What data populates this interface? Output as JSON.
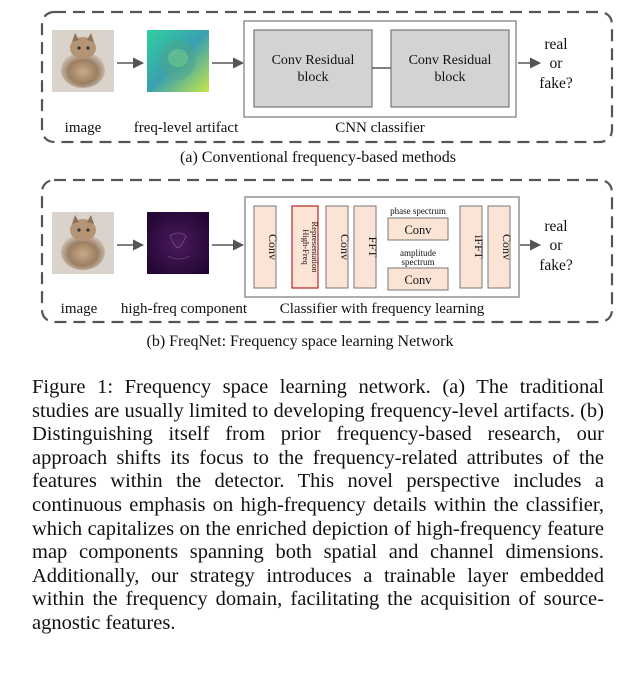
{
  "panel_a": {
    "label_image": "image",
    "label_artifact": "freq-level artifact",
    "label_classifier": "CNN classifier",
    "block1_line1": "Conv Residual",
    "block1_line2": "block",
    "block2_line1": "Conv Residual",
    "block2_line2": "block",
    "out_line1": "real",
    "out_line2": "or",
    "out_line3": "fake?",
    "subcaption": "(a) Conventional frequency-based methods"
  },
  "panel_b": {
    "label_image": "image",
    "label_component": "high-freq component",
    "label_classifier": "Classifier with frequency learning",
    "conv1": "Conv",
    "hfr_line1": "High-Freq",
    "hfr_line2": "Representation",
    "conv2": "Conv",
    "fft": "FFT",
    "phase_label": "phase spectrum",
    "phase_conv": "Conv",
    "amp_label_line1": "amplitude",
    "amp_label_line2": "spectrum",
    "amp_conv": "Conv",
    "ifft": "iFFT",
    "conv3": "Conv",
    "out_line1": "real",
    "out_line2": "or",
    "out_line3": "fake?",
    "subcaption": "(b) FreqNet: Frequency space learning Network"
  },
  "caption": {
    "label": "Figure 1:",
    "text": "Frequency space learning network. (a) The traditional studies are usually limited to developing frequency-level artifacts. (b) Distinguishing itself from prior frequency-based research, our approach shifts its focus to the frequency-related attributes of the features within the detector. This novel perspective includes a continuous emphasis on high-frequency details within the classifier, which capitalizes on the enriched depiction of high-frequency feature map components spanning both spatial and channel dimensions. Additionally, our strategy introduces a trainable layer embedded within the frequency domain, facilitating the acquisition of source-agnostic features."
  },
  "colors": {
    "block_gray": "#d3d3d3",
    "block_pink": "#fbe4d6",
    "dashed_border": "#555555",
    "cat_fur": "#a58a6e",
    "artifact_teal": "#3fb6a0",
    "highfreq_purple": "#3a0f4a"
  }
}
